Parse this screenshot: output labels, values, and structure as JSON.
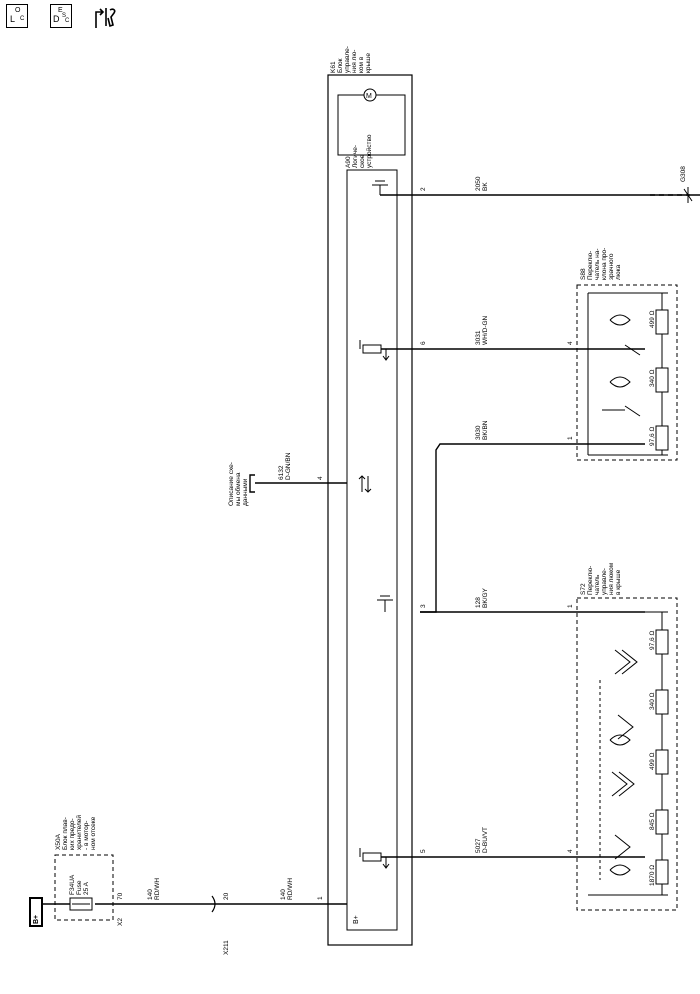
{
  "toolbar": {
    "loc_icon": {
      "big": "L",
      "sub": "O",
      "small": "C"
    },
    "desc_icon": {
      "big": "D",
      "sub": "E",
      "sub2": "S",
      "small": "C"
    },
    "tool_icon": "wrench-exchange-icon"
  },
  "modules": {
    "k61": {
      "id": "K61",
      "name": [
        "Блок",
        "управле-",
        "ния лю-",
        "ком в",
        "крыше"
      ]
    },
    "a90": {
      "id": "A90",
      "name": [
        "Логиче-",
        "ское",
        "устройство"
      ]
    },
    "motor": "M",
    "bplus_inner": "B+"
  },
  "fuse_block": {
    "id": "X50A",
    "name": [
      "Блок плав-",
      "ких предо-",
      "хранителей",
      "- в мотор-",
      "ном отсеке"
    ],
    "fuse_id": "F34UA",
    "fuse_label": "Fuse",
    "fuse_rating": "25 A",
    "connector": "X2",
    "pin": "70",
    "power": "B+"
  },
  "inline_connector": {
    "id": "X211",
    "pin": "20"
  },
  "ground": {
    "id": "G308"
  },
  "data_link": {
    "circuit": "6132",
    "color": "D-GN/BN",
    "pin": "4",
    "label": [
      "Описание схе-",
      "мы обмена",
      "данными"
    ]
  },
  "circuits": [
    {
      "circuit": "140",
      "color": "RD/WH",
      "pin": "1"
    },
    {
      "circuit": "140",
      "color": "RD/WH",
      "pin": ""
    },
    {
      "circuit": "2050",
      "color": "BK",
      "pin": "2"
    },
    {
      "circuit": "3031",
      "color": "WH/D-GN",
      "pin": "6"
    },
    {
      "circuit": "3030",
      "color": "BK/BN",
      "pin": ""
    },
    {
      "circuit": "128",
      "color": "BK/GY",
      "pin": "3"
    },
    {
      "circuit": "5027",
      "color": "D-BU/VT",
      "pin": "5"
    }
  ],
  "s88": {
    "id": "S88",
    "name": [
      "Переклю-",
      "чатель на-",
      "клона про-",
      "зрачного",
      "люка"
    ],
    "pins": [
      "4",
      "1"
    ],
    "resistors": [
      "499 Ω",
      "340 Ω",
      "97,6 Ω"
    ]
  },
  "s72": {
    "id": "S72",
    "name": [
      "Переклю-",
      "чатель",
      "управле-",
      "ния люком",
      "в крыше"
    ],
    "pins": [
      "1",
      "4"
    ],
    "resistors": [
      "97,6 Ω",
      "340 Ω",
      "499 Ω",
      "845 Ω",
      "1870 Ω"
    ]
  }
}
